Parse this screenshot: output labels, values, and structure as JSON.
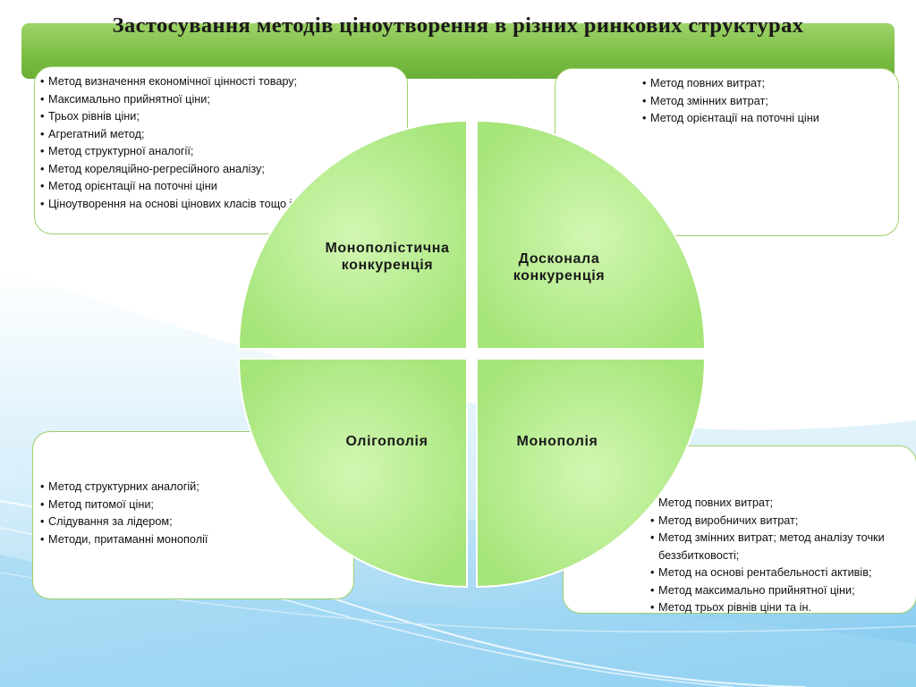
{
  "title": "Застосування методів ціноутворення в різних ринкових структурах",
  "quadrants": {
    "top_left": "Монополістична конкуренція",
    "top_right": "Досконала конкуренція",
    "bottom_left": "Олігополія",
    "bottom_right": "Монополія"
  },
  "boxes": {
    "top_left": [
      "Метод визначення економічної цінності товару;",
      "Максимально прийнятної ціни;",
      "Трьох рівнів ціни;",
      "Агрегатний метод;",
      "Метод структурної аналогії;",
      "Метод кореляційно-регресійного аналізу;",
      "Метод орієнтації на поточні ціни",
      "Ціноутворення на основі цінових класів тощо ін."
    ],
    "top_right": [
      "Метод повних витрат;",
      "Метод змінних витрат;",
      "Метод орієнтації на поточні ціни"
    ],
    "bottom_left": [
      "Метод структурних аналогій;",
      "Метод питомої ціни;",
      "Слідування за лідером;",
      "Методи, притаманні монополії"
    ],
    "bottom_right": [
      "Метод повних витрат;",
      "Метод виробничих витрат;",
      "Метод змінних витрат; метод аналізу точки беззбитковості;",
      "Метод на основі рентабельності активів;",
      "Метод максимально прийнятної ціни;",
      "Метод трьох рівнів ціни та ін."
    ]
  },
  "colors": {
    "header_green": "#7dbf45",
    "quadrant_fill": "#b5ec8c",
    "box_border": "#9fd06a",
    "background_blue": "#7cc8ee"
  }
}
